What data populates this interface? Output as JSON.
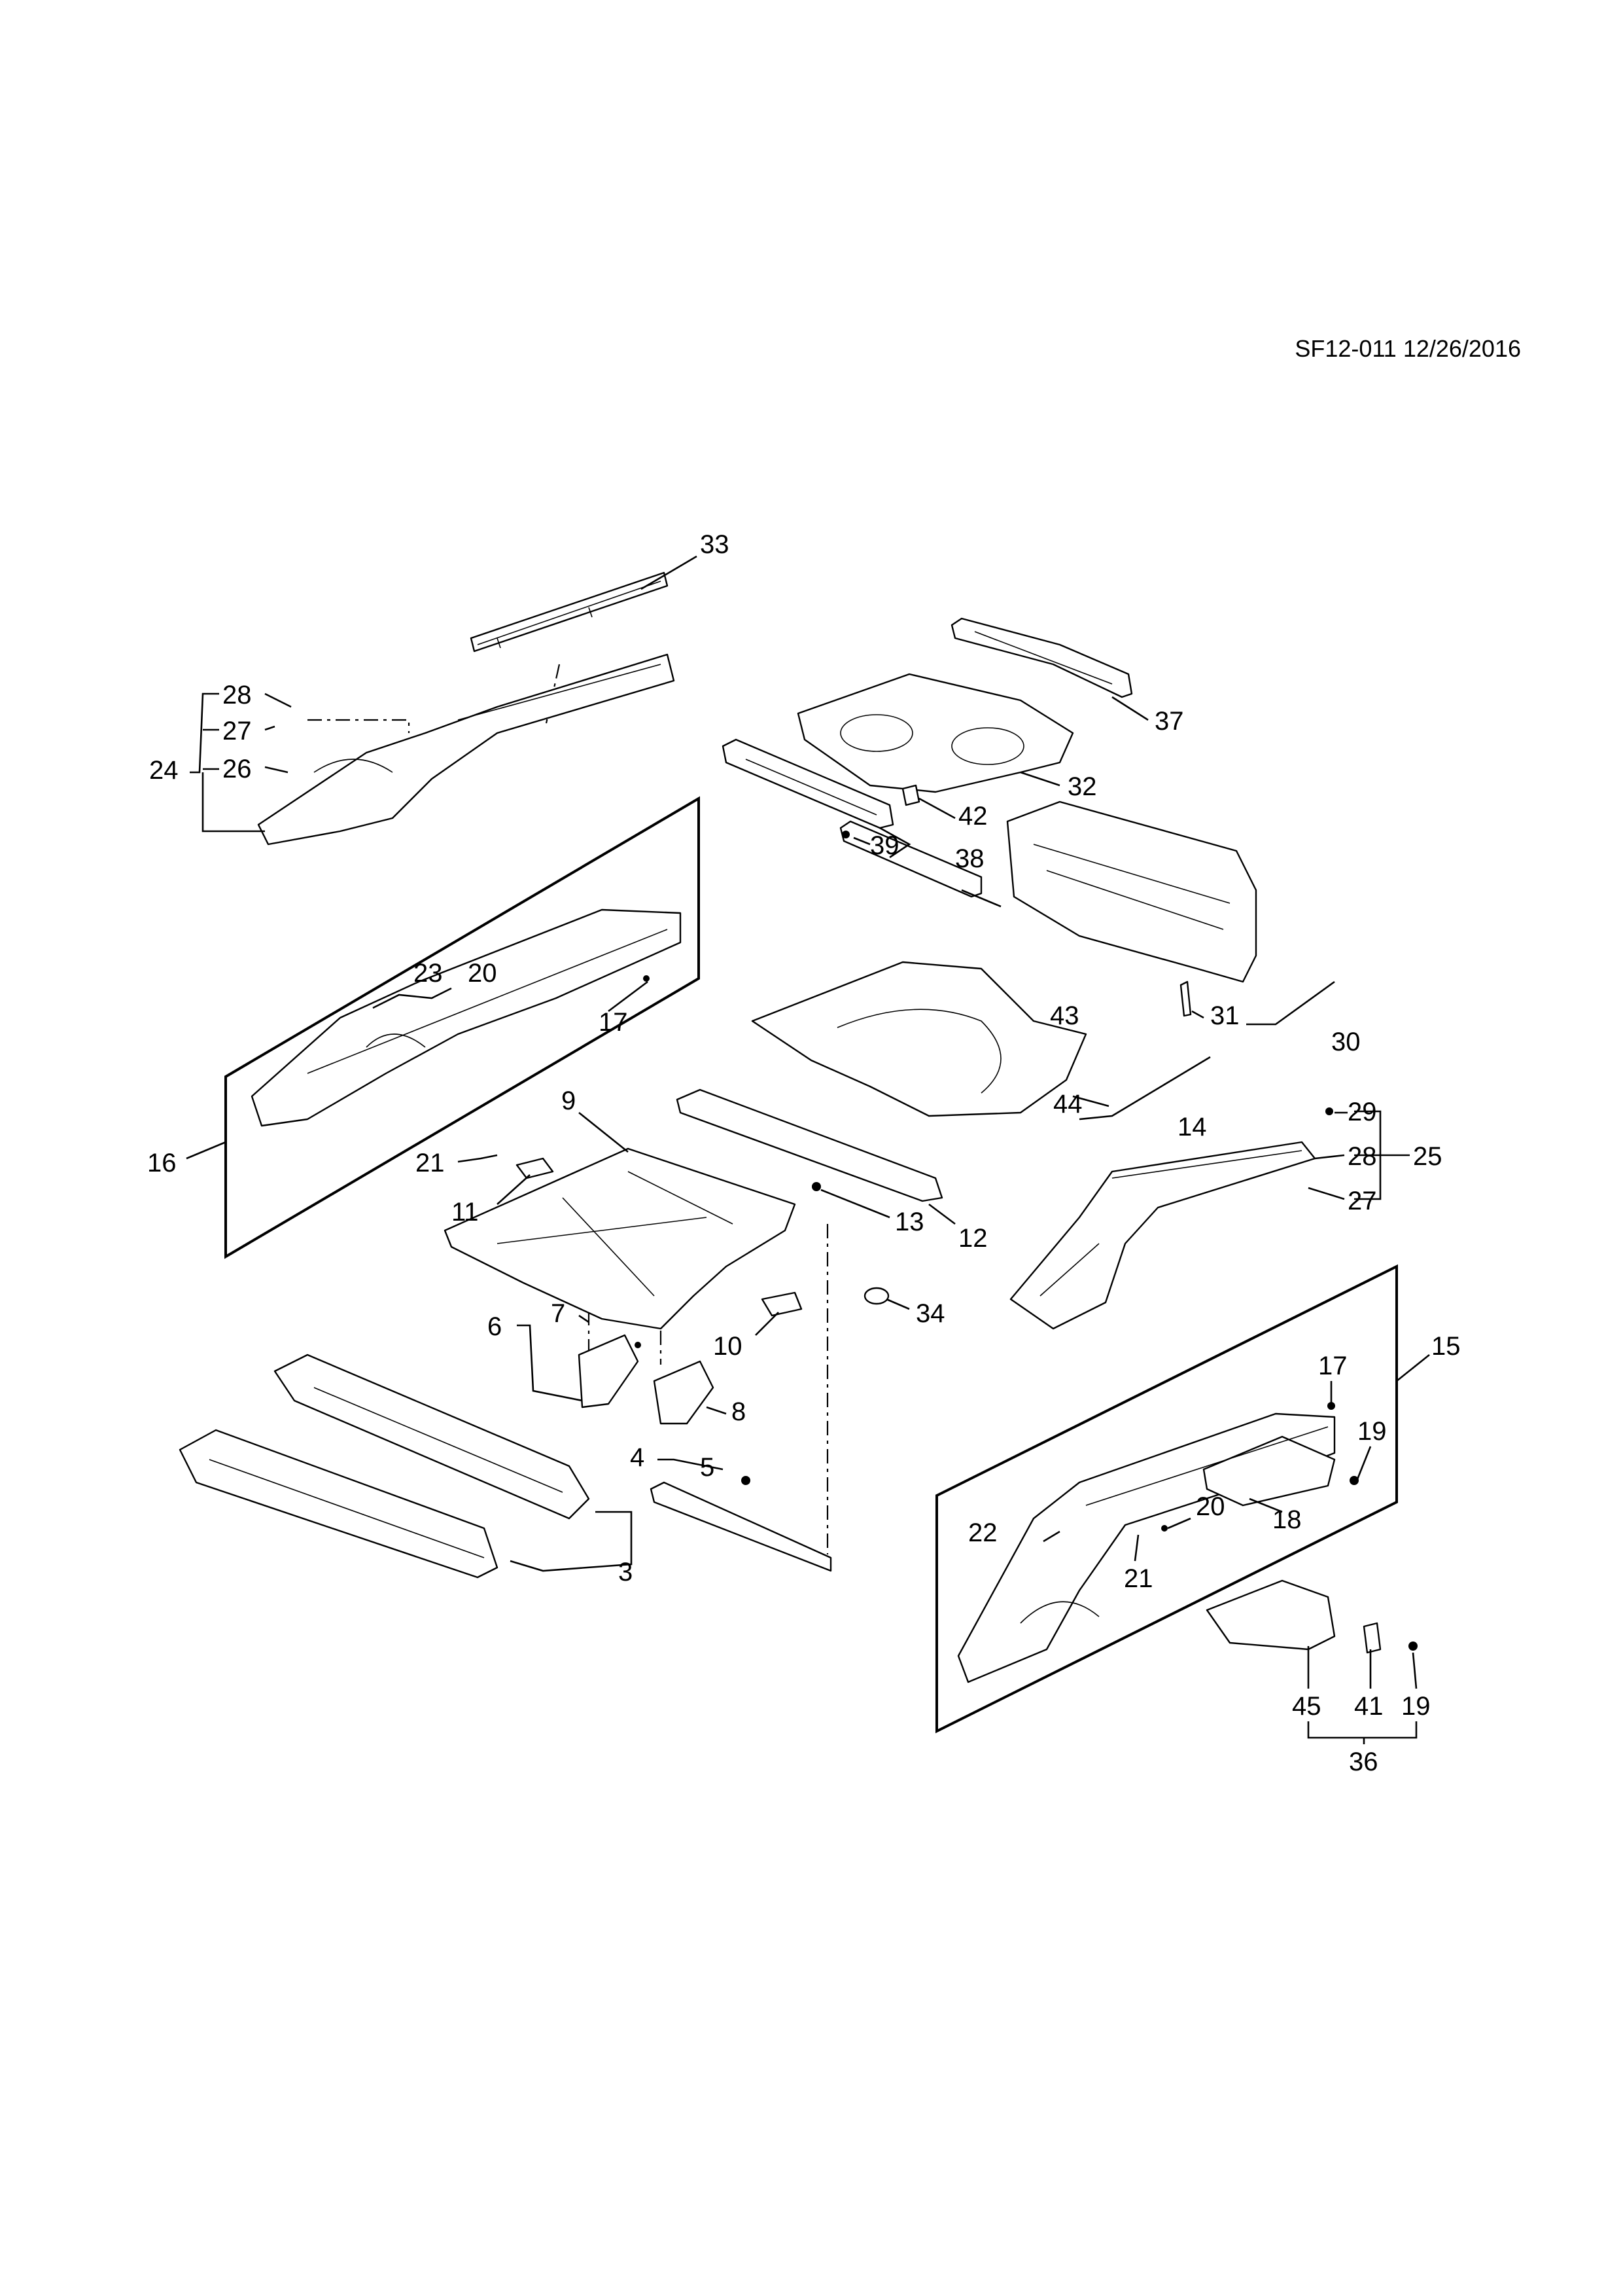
{
  "drawing": {
    "reference": "SF12-011 12/26/2016"
  },
  "callouts": {
    "c3": "3",
    "c4": "4",
    "c5": "5",
    "c6": "6",
    "c7": "7",
    "c8": "8",
    "c9": "9",
    "c10": "10",
    "c11": "11",
    "c12": "12",
    "c13": "13",
    "c14": "14",
    "c15": "15",
    "c16": "16",
    "c17a": "17",
    "c17b": "17",
    "c18": "18",
    "c19a": "19",
    "c19b": "19",
    "c20a": "20",
    "c20b": "20",
    "c21a": "21",
    "c21b": "21",
    "c22": "22",
    "c23": "23",
    "c24": "24",
    "c25": "25",
    "c26": "26",
    "c27a": "27",
    "c27b": "27",
    "c28a": "28",
    "c28b": "28",
    "c29": "29",
    "c30": "30",
    "c31": "31",
    "c32": "32",
    "c33": "33",
    "c34": "34",
    "c36": "36",
    "c37": "37",
    "c38": "38",
    "c39": "39",
    "c41": "41",
    "c42": "42",
    "c43": "43",
    "c44": "44",
    "c45": "45"
  }
}
